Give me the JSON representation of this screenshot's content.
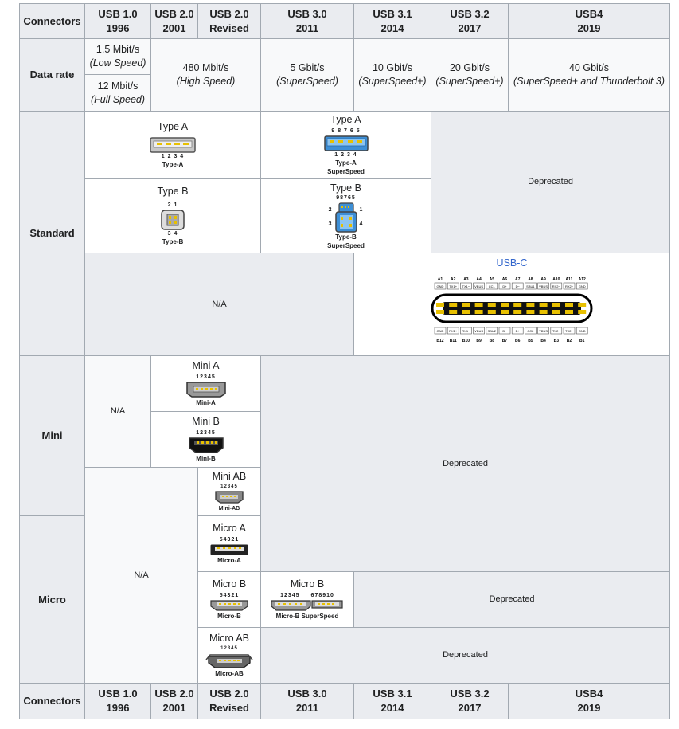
{
  "header": {
    "connectors": "Connectors",
    "cols": [
      {
        "name": "USB 1.0",
        "year": "1996"
      },
      {
        "name": "USB 2.0",
        "year": "2001"
      },
      {
        "name": "USB 2.0",
        "year": "Revised"
      },
      {
        "name": "USB 3.0",
        "year": "2011"
      },
      {
        "name": "USB 3.1",
        "year": "2014"
      },
      {
        "name": "USB 3.2",
        "year": "2017"
      },
      {
        "name": "USB4",
        "year": "2019"
      }
    ]
  },
  "data_rate": {
    "label": "Data rate",
    "usb10_low": "1.5 Mbit/s",
    "usb10_low_name": "(Low Speed)",
    "usb10_full": "12 Mbit/s",
    "usb10_full_name": "(Full Speed)",
    "usb20": "480 Mbit/s",
    "usb20_name": "(High Speed)",
    "usb30": "5 Gbit/s",
    "usb30_name": "(SuperSpeed)",
    "usb31": "10 Gbit/s",
    "usb31_name": "(SuperSpeed+)",
    "usb32": "20 Gbit/s",
    "usb32_name": "(SuperSpeed+)",
    "usb4": "40 Gbit/s",
    "usb4_name": "(SuperSpeed+ and Thunderbolt 3)"
  },
  "standard": {
    "label": "Standard",
    "type_a": {
      "title": "Type A",
      "pins": "1 2 3 4",
      "caption": "Type-A"
    },
    "type_a_ss": {
      "title": "Type A",
      "top_pins": "9 8 7 6 5",
      "pins": "1 2 3 4",
      "caption": "Type-A",
      "caption2": "SuperSpeed"
    },
    "type_b": {
      "title": "Type B",
      "top_pins": "2 1",
      "bottom_pins": "3 4",
      "caption": "Type-B"
    },
    "type_b_ss": {
      "title": "Type B",
      "top_pins": "98765",
      "side_left_top": "2",
      "side_left_bottom": "3",
      "side_right_top": "1",
      "side_right_bottom": "4",
      "caption": "Type-B",
      "caption2": "SuperSpeed"
    },
    "deprecated": "Deprecated",
    "na": "N/A",
    "usbc": {
      "title": "USB-C",
      "top_labels": [
        "A1",
        "A2",
        "A3",
        "A4",
        "A5",
        "A6",
        "A7",
        "A8",
        "A9",
        "A10",
        "A11",
        "A12"
      ],
      "top_signals": [
        "GND",
        "TX1+",
        "TX1−",
        "VBUS",
        "CC1",
        "D+",
        "D−",
        "SBU1",
        "VBUS",
        "RX2−",
        "RX2+",
        "GND"
      ],
      "bottom_signals": [
        "GND",
        "RX1+",
        "RX1−",
        "VBUS",
        "SBU2",
        "D−",
        "D+",
        "CC2",
        "VBUS",
        "TX2−",
        "TX2+",
        "GND"
      ],
      "bottom_labels": [
        "B12",
        "B11",
        "B10",
        "B9",
        "B8",
        "B7",
        "B6",
        "B5",
        "B4",
        "B3",
        "B2",
        "B1"
      ]
    }
  },
  "mini": {
    "label": "Mini",
    "na": "N/A",
    "mini_a": {
      "title": "Mini A",
      "pins": "12345",
      "caption": "Mini-A"
    },
    "mini_b": {
      "title": "Mini B",
      "pins": "12345",
      "caption": "Mini-B"
    },
    "mini_ab": {
      "title": "Mini AB",
      "pins": "12345",
      "caption": "Mini-AB"
    },
    "deprecated": "Deprecated"
  },
  "micro": {
    "label": "Micro",
    "na": "N/A",
    "micro_a": {
      "title": "Micro A",
      "pins": "54321",
      "caption": "Micro-A"
    },
    "micro_b": {
      "title": "Micro B",
      "pins": "54321",
      "caption": "Micro-B"
    },
    "micro_b_ss": {
      "title": "Micro B",
      "pins_left": "12345",
      "pins_right": "678910",
      "caption": "Micro-B SuperSpeed"
    },
    "micro_ab": {
      "title": "Micro AB",
      "pins": "12345",
      "caption": "Micro-AB"
    },
    "deprecated_b": "Deprecated",
    "deprecated_ab": "Deprecated"
  },
  "colors": {
    "border": "#a2a9b1",
    "header_bg": "#eaecf0",
    "cell_bg": "#f8f9fa",
    "link": "#3366cc",
    "usb3_blue": "#3d8fd6",
    "pin_gold": "#e8c000"
  }
}
